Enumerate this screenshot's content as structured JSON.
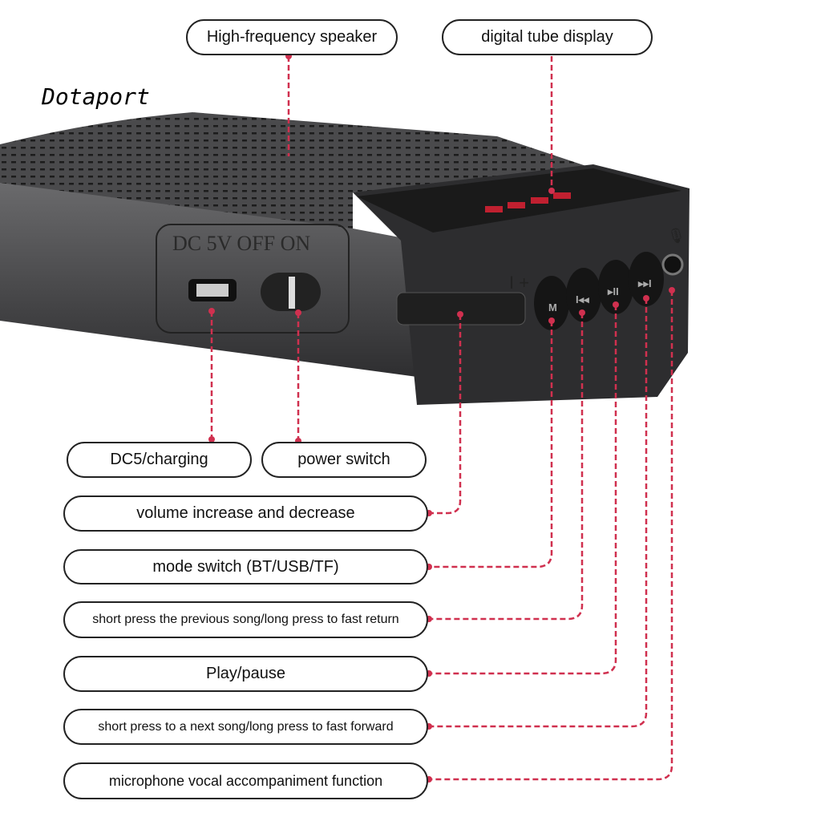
{
  "brand": "Dotaport",
  "device_markings": {
    "panel": "DC 5V OFF ON",
    "volume": "I +",
    "mode_button": "M",
    "prev_button": "I◂◂",
    "play_button": "▸II",
    "next_button": "▸▸I"
  },
  "labels": {
    "speaker": "High-frequency speaker",
    "display": "digital tube display",
    "charging": "DC5/charging",
    "power": "power switch",
    "volume": "volume increase and decrease",
    "mode": "mode switch (BT/USB/TF)",
    "previous": "short press the previous song/long press to fast return",
    "play": "Play/pause",
    "next": "short press to a next song/long press to fast forward",
    "microphone": "microphone vocal accompaniment function"
  },
  "colors": {
    "connector": "#d0304f",
    "body": "#3a3a3c"
  }
}
